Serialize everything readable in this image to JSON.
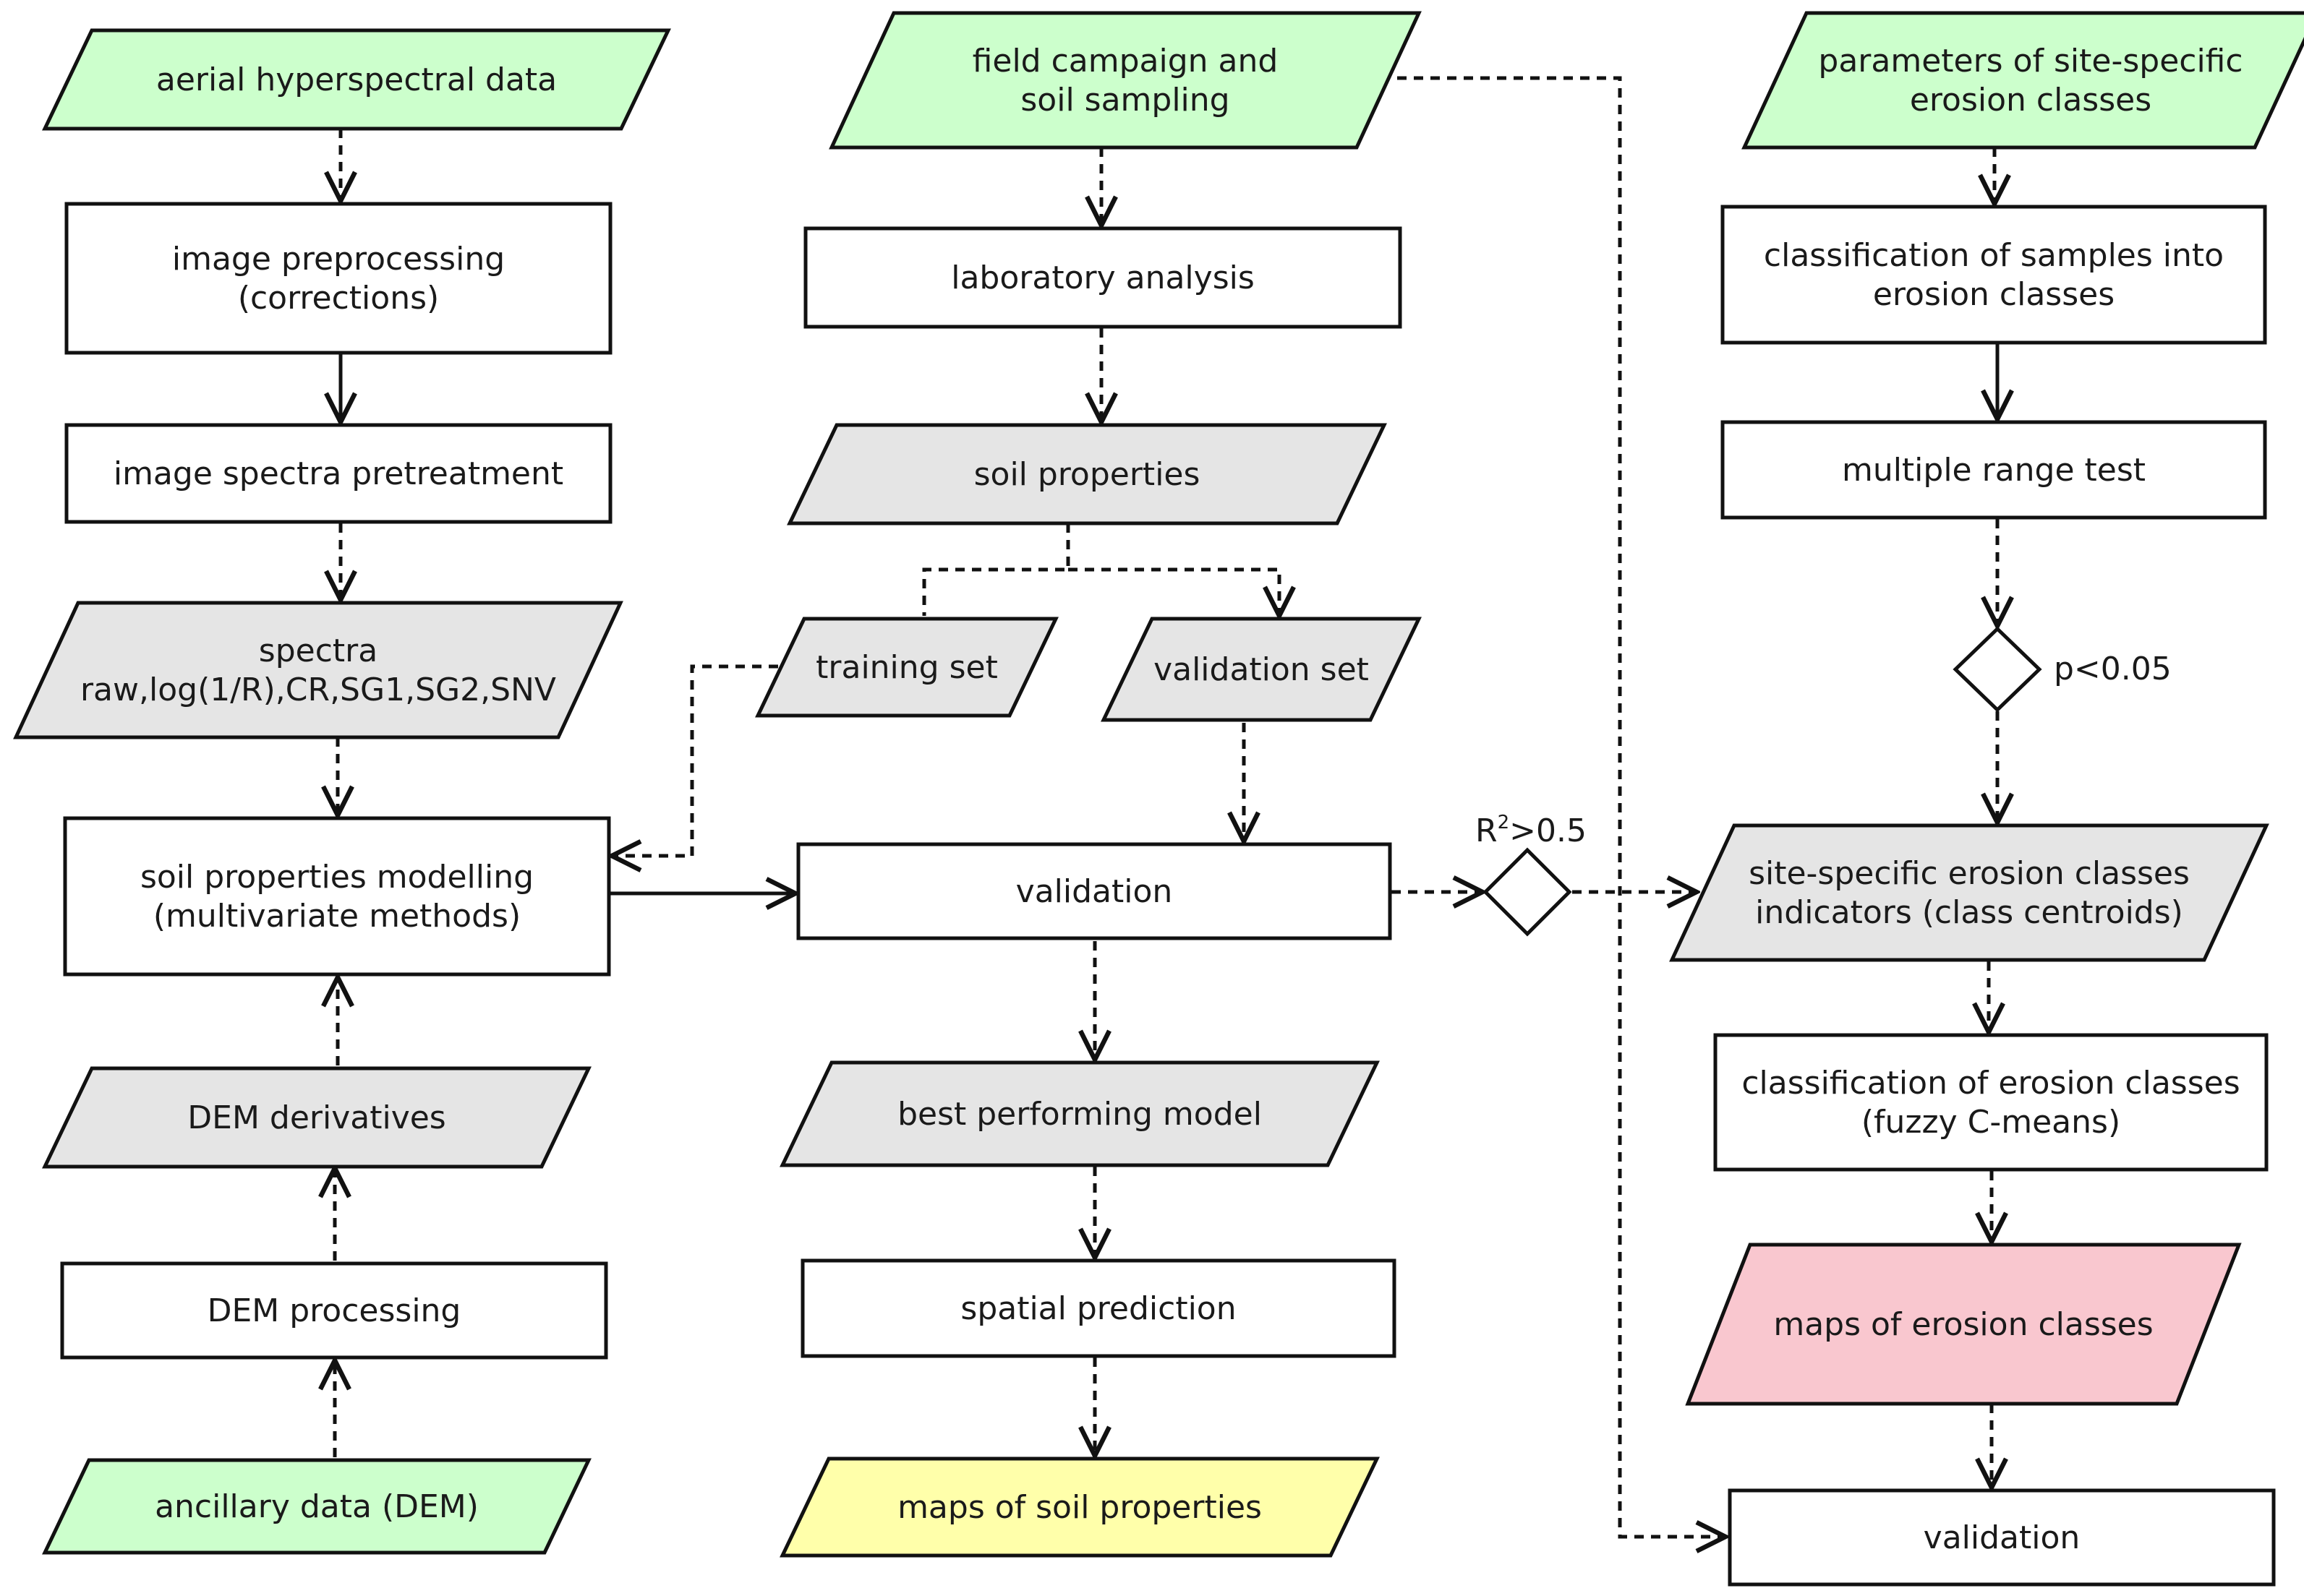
{
  "colors": {
    "input": "#ccffcc",
    "intermediate": "#e5e5e5",
    "process": "#ffffff",
    "output_soil": "#ffffaa",
    "output_erosion": "#f9c7cf",
    "line": "#111111"
  },
  "nodes": {
    "aerial_hyperspectral_data": {
      "lines": [
        "aerial hyperspectral data"
      ]
    },
    "image_preprocessing": {
      "lines": [
        "image preprocessing",
        "(corrections)"
      ]
    },
    "image_spectra_pretreatment": {
      "lines": [
        "image spectra pretreatment"
      ]
    },
    "spectra": {
      "lines": [
        "spectra",
        "raw,log(1/R),CR,SG1,SG2,SNV"
      ]
    },
    "soil_properties_modelling": {
      "lines": [
        "soil properties modelling",
        "(multivariate methods)"
      ]
    },
    "dem_derivatives": {
      "lines": [
        "DEM derivatives"
      ]
    },
    "dem_processing": {
      "lines": [
        "DEM processing"
      ]
    },
    "ancillary_data_dem": {
      "lines": [
        "ancillary data (DEM)"
      ]
    },
    "field_campaign": {
      "lines": [
        "field campaign and",
        "soil sampling"
      ]
    },
    "laboratory_analysis": {
      "lines": [
        "laboratory analysis"
      ]
    },
    "soil_properties": {
      "lines": [
        "soil properties"
      ]
    },
    "training_set": {
      "lines": [
        "training set"
      ]
    },
    "validation_set": {
      "lines": [
        "validation set"
      ]
    },
    "validation_model": {
      "lines": [
        "validation"
      ]
    },
    "best_performing_model": {
      "lines": [
        "best performing model"
      ]
    },
    "spatial_prediction": {
      "lines": [
        "spatial prediction"
      ]
    },
    "maps_soil_properties": {
      "lines": [
        "maps of soil properties"
      ]
    },
    "erosion_class_parameters": {
      "lines": [
        "parameters of site-specific",
        "erosion classes"
      ]
    },
    "classification_samples": {
      "lines": [
        "classification of samples into",
        "erosion classes"
      ]
    },
    "multiple_range_test": {
      "lines": [
        "multiple range test"
      ]
    },
    "erosion_indicators": {
      "lines": [
        "site-specific erosion classes",
        "indicators (class centroids)"
      ]
    },
    "classification_erosion_classes": {
      "lines": [
        "classification of erosion classes",
        "(fuzzy C-means)"
      ]
    },
    "maps_erosion_classes": {
      "lines": [
        "maps of erosion classes"
      ]
    },
    "validation_erosion": {
      "lines": [
        "validation"
      ]
    }
  },
  "conditions": {
    "r2": {
      "label_base": "R",
      "label_sup": "2",
      "label_rest": ">0.5"
    },
    "p": {
      "label": "p<0.05"
    }
  }
}
